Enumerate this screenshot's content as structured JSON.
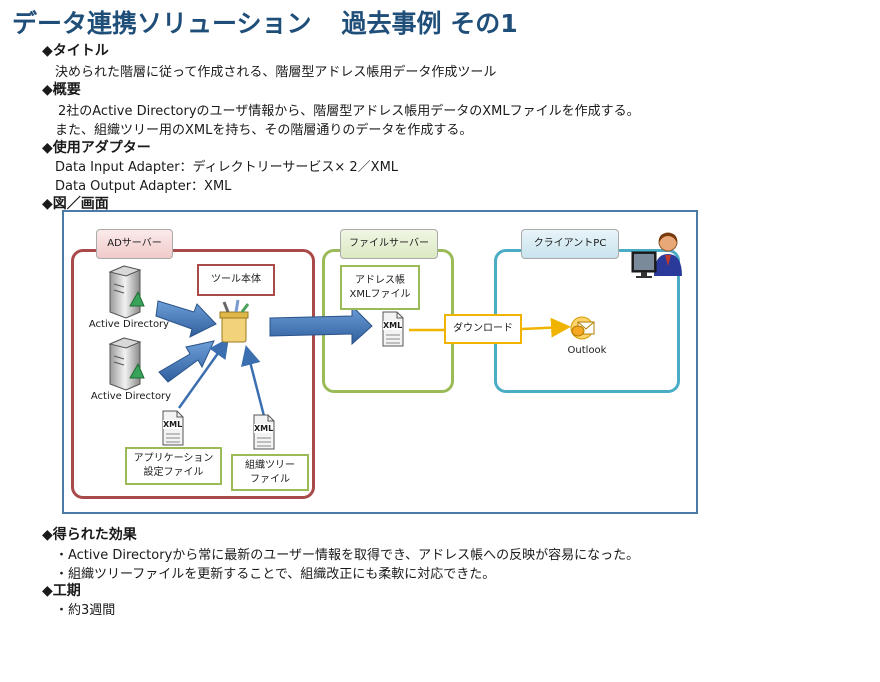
{
  "page": {
    "title_main": "データ連携ソリューション",
    "title_sub": "過去事例 その1"
  },
  "sections": {
    "title_header": "◆タイトル",
    "title_text": "決められた階層に従って作成される、階層型アドレス帳用データ作成ツール",
    "overview_header": "◆概要",
    "overview_line1": "2社のActive Directoryのユーザ情報から、階層型アドレス帳用データのXMLファイルを作成する。",
    "overview_line2": "また、組織ツリー用のXMLを持ち、その階層通りのデータを作成する。",
    "adapter_header": "◆使用アダプター",
    "adapter_line1": "Data Input Adapter：ディレクトリーサービス× 2／XML",
    "adapter_line2": "Data Output Adapter：XML",
    "figure_header": "◆図／画面",
    "effect_header": "◆得られた効果",
    "effect_line1": "・Active Directoryから常に最新のユーザー情報を取得でき、アドレス帳への反映が容易になった。",
    "effect_line2": "・組織ツリーファイルを更新することで、組織改正にも柔軟に対応できた。",
    "period_header": "◆工期",
    "period_line1": "・約3週間"
  },
  "diagram": {
    "ad_server": "ADサーバー",
    "tool_body": "ツール本体",
    "active_directory_1": "Active Directory",
    "active_directory_2": "Active Directory",
    "app_config_line1": "アプリケーション",
    "app_config_line2": "設定ファイル",
    "org_tree_line1": "組織ツリー",
    "org_tree_line2": "ファイル",
    "file_server": "ファイルサーバー",
    "address_xml_line1": "アドレス帳",
    "address_xml_line2": "XMLファイル",
    "download": "ダウンロード",
    "client_pc": "クライアントPC",
    "outlook": "Outlook",
    "xml_tag": "XML"
  },
  "colors": {
    "title": "#1f4e79",
    "ad_server_border": "#a94a4a",
    "file_server_border": "#9bbb59",
    "client_border": "#4bacc6",
    "arrow_blue": "#3b6fb0",
    "download_yellow": "#f0b400"
  }
}
